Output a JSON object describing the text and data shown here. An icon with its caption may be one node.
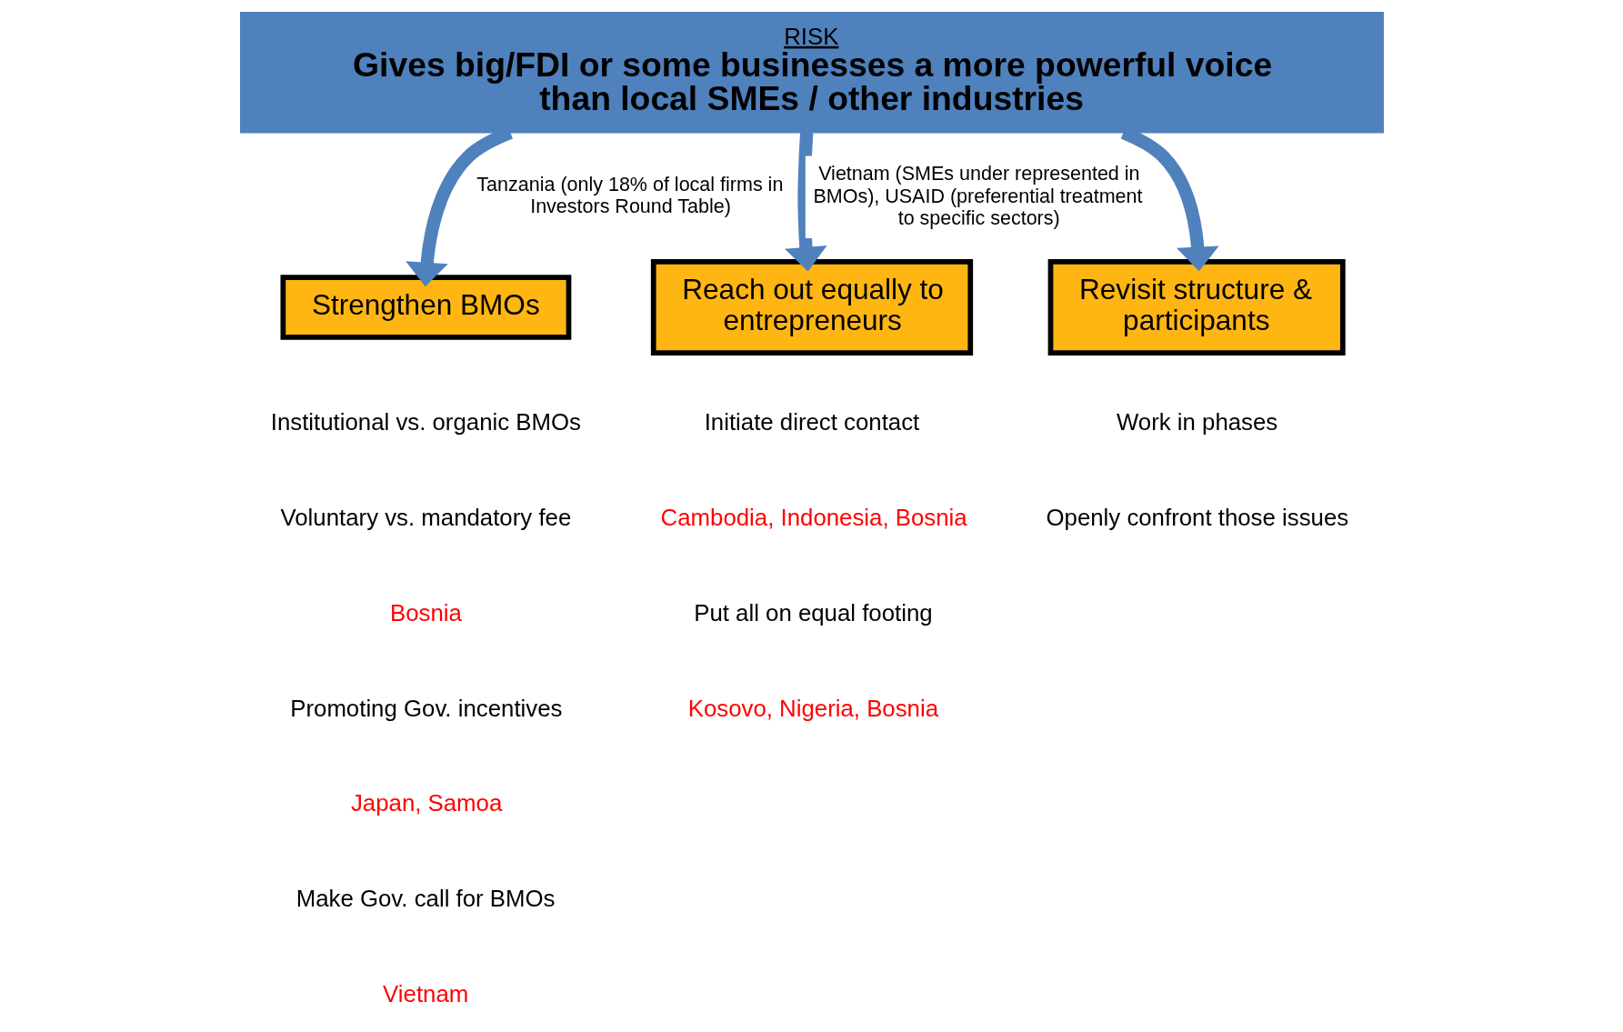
{
  "diagram": {
    "nodes": [
      {
        "text": [
          "RISK",
          "Gives big/FDI or some businesses a more powerful voice than local SMEs / other industries"
        ]
      },
      {
        "text": [
          "Strengthen BMOs"
        ]
      },
      {
        "text": [
          "Reach out equally to entrepreneurs"
        ]
      },
      {
        "text": [
          "Revisit structure & participants"
        ]
      }
    ],
    "edges": [
      {
        "from": 0,
        "to": 1,
        "arrow": "to",
        "label": "Tanzania (only 18% of local firms in Investors Round Table)"
      },
      {
        "from": 0,
        "to": 2,
        "arrow": "to",
        "label": "Vietnam (SMEs under represented in BMOs), USAID (preferential treatment to specific sectors)"
      },
      {
        "from": 0,
        "to": 3,
        "arrow": "to"
      }
    ],
    "labels": [
      "Institutional vs. organic BMOs",
      "Voluntary vs. mandatory fee",
      "Bosnia",
      "Promoting Gov. incentives",
      "Japan, Samoa",
      "Make Gov. call for BMOs",
      "Vietnam",
      "Initiate direct contact",
      "Cambodia, Indonesia, Bosnia",
      "Put all on equal footing",
      "Kosovo, Nigeria, Bosnia",
      "Work in phases",
      "Openly confront those issues"
    ]
  }
}
